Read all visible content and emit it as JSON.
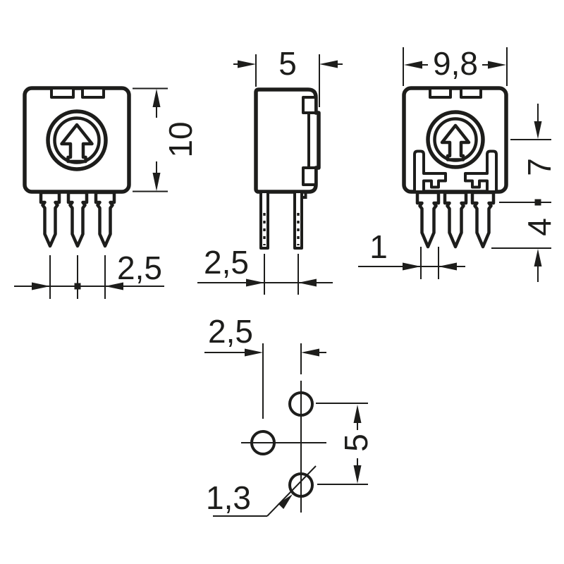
{
  "colors": {
    "line": "#1d1d1b",
    "background": "#ffffff"
  },
  "views": {
    "front": {
      "body_height": "10",
      "pin_pitch": "2,5"
    },
    "side": {
      "body_depth": "5",
      "pin_row_spacing": "2,5"
    },
    "rear": {
      "body_width": "9,8",
      "center_to_shoulder": "7",
      "shoulder_to_tip": "4",
      "pin_kink_offset": "1"
    },
    "pcb": {
      "hole_pitch_horizontal": "2,5",
      "hole_pitch_vertical": "5",
      "hole_diameter": "1,3"
    }
  }
}
